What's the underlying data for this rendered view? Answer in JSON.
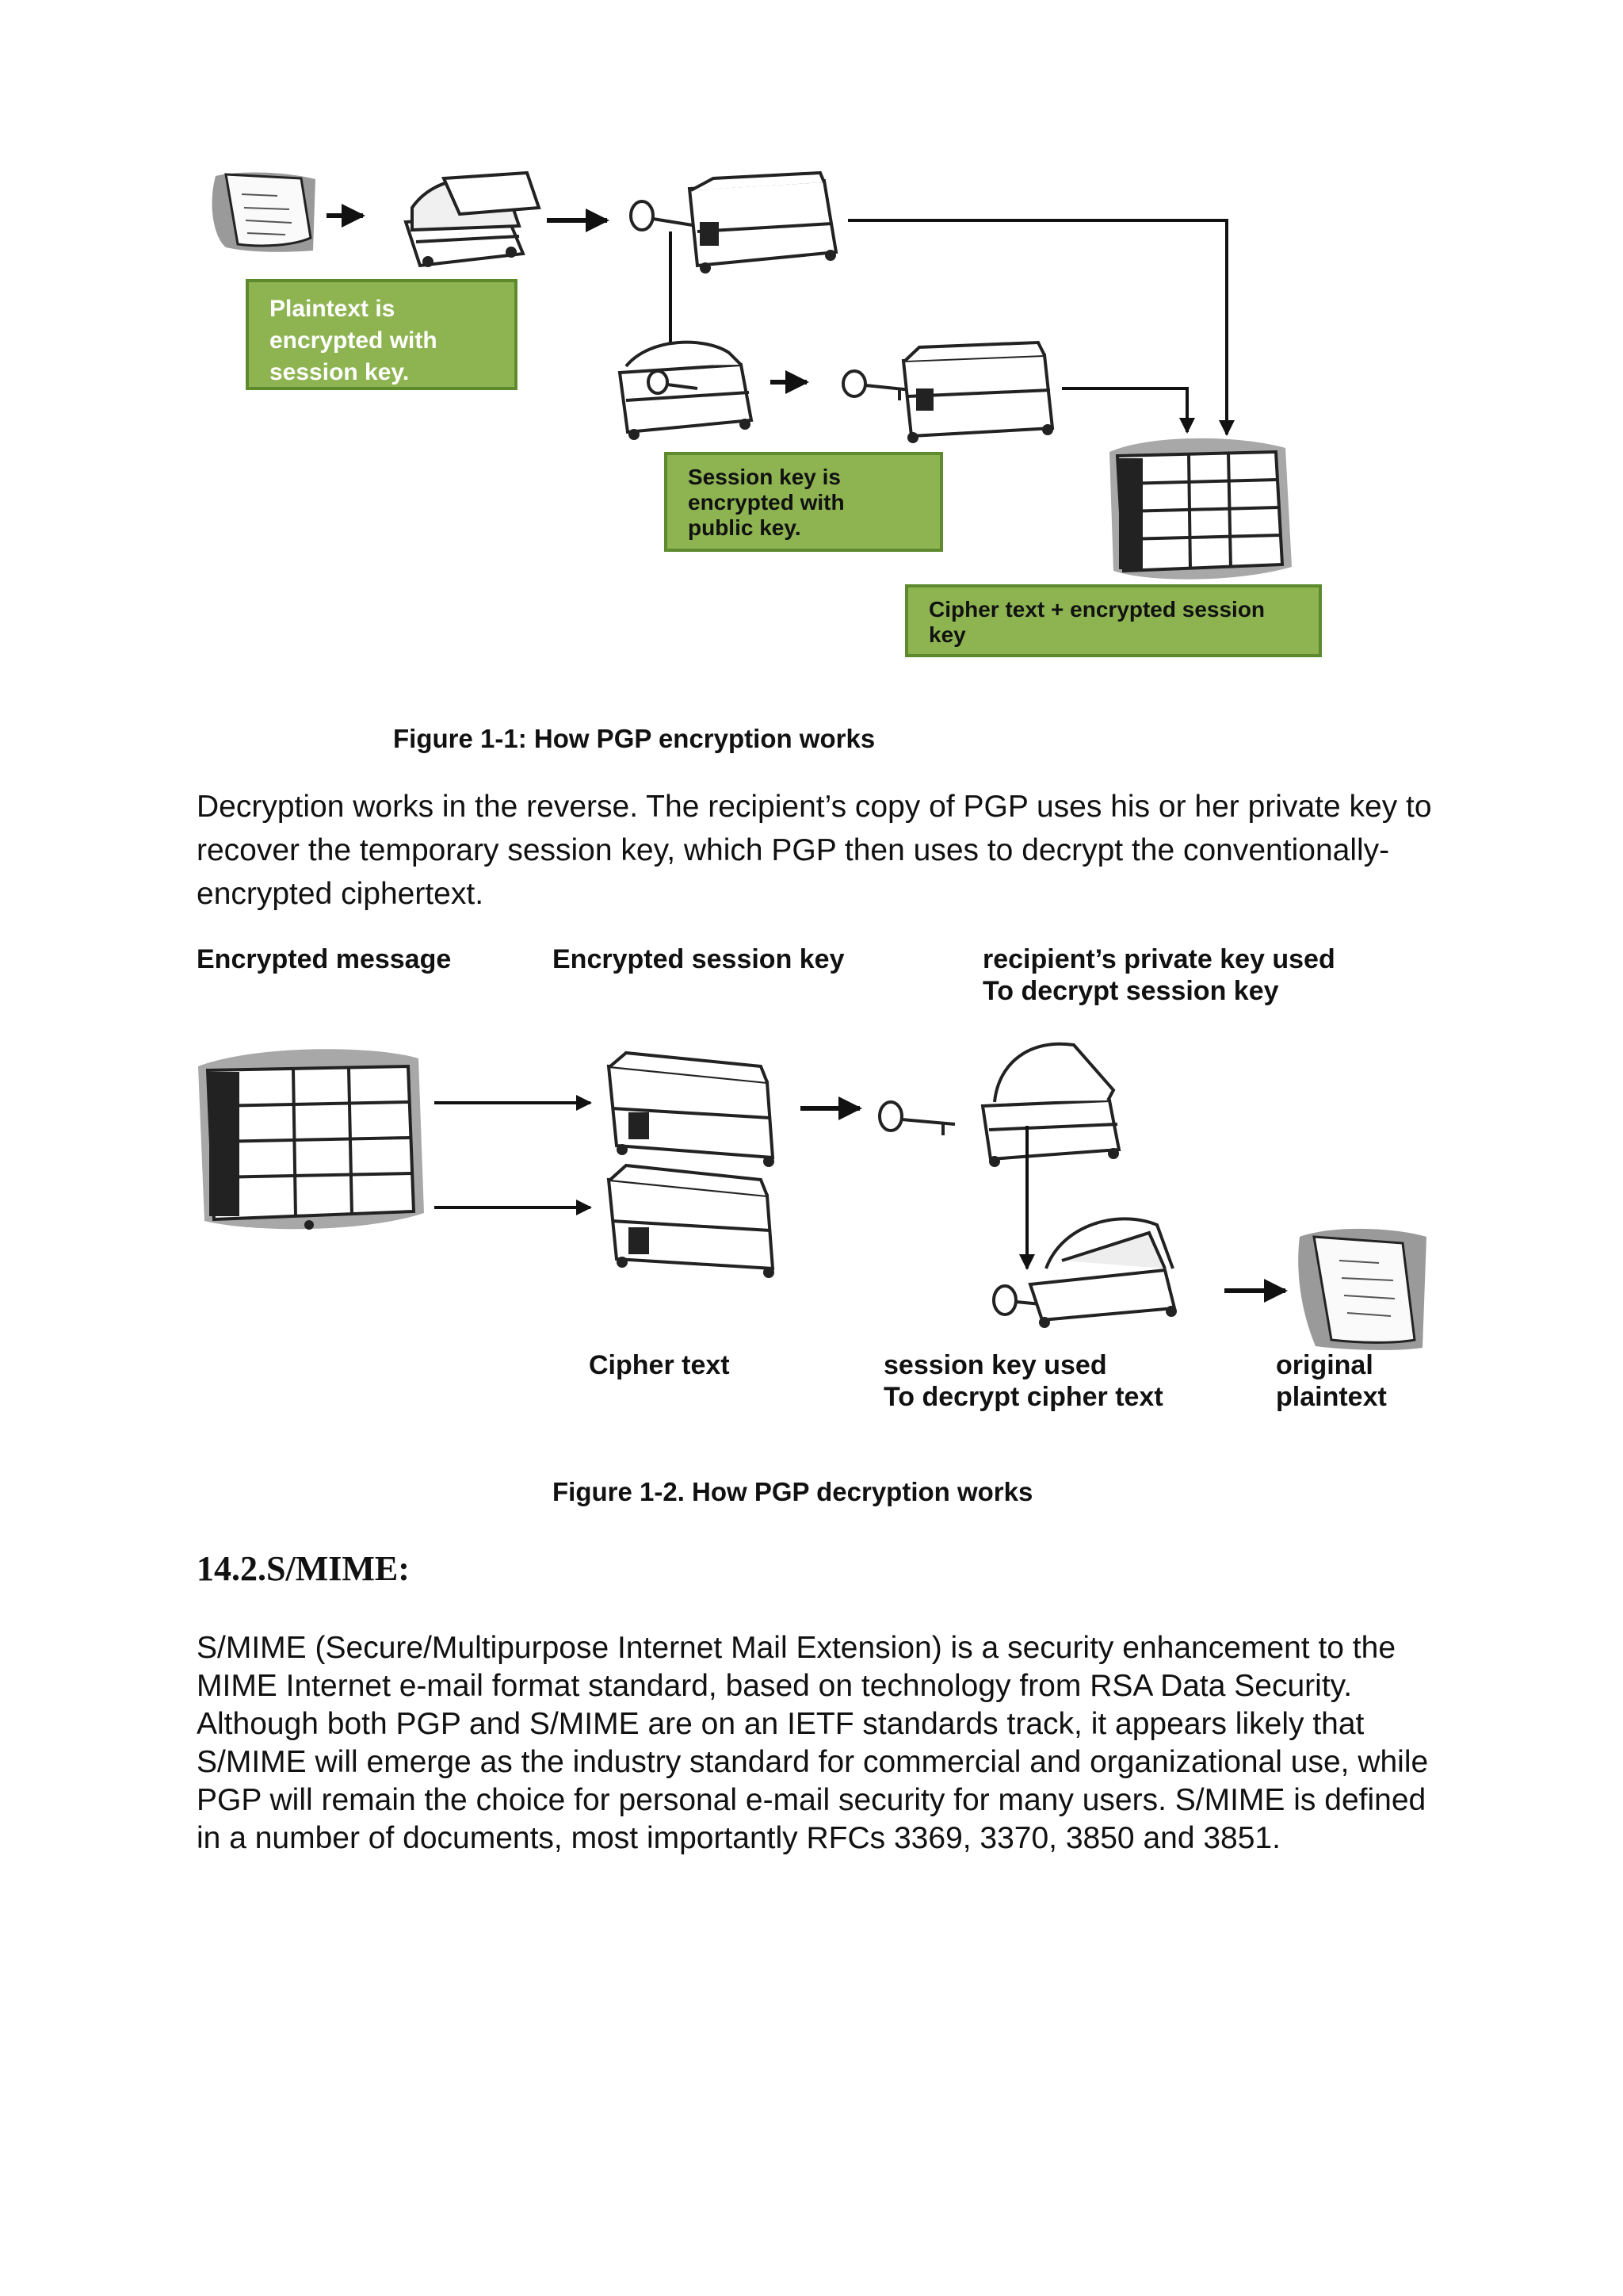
{
  "figure1": {
    "boxes": {
      "plaintext_encrypted": "Plaintext is\nencrypted with\nsession key.",
      "session_key_encrypted": "Session key is\nencrypted with\npublic key.",
      "ciphertext_bundle": "Cipher text + encrypted session\nkey"
    },
    "caption": "Figure 1-1: How PGP encryption works"
  },
  "paragraph_decryption": "Decryption works in the reverse. The recipient’s copy of PGP uses his or her private key to recover the temporary session key, which PGP then uses to decrypt the conventionally-encrypted ciphertext.",
  "figure2": {
    "labels": {
      "encrypted_message": "Encrypted message",
      "encrypted_session_key": "Encrypted session key",
      "private_key_used": "recipient’s private key used\nTo decrypt session key",
      "cipher_text": "Cipher text",
      "session_key_used": "session key used\nTo decrypt cipher text",
      "original_plaintext": "original\n plaintext"
    },
    "caption": "Figure 1-2. How PGP decryption works"
  },
  "section_heading": "14.2.S/MIME:",
  "paragraph_smime": "S/MIME (Secure/Multipurpose Internet Mail Extension) is a security enhancement to the MIME Internet e-mail format standard, based on technology from RSA Data Security. Although both PGP and S/MIME are on an IETF standards track, it appears likely that S/MIME will emerge as the industry standard for commercial and organizational use, while PGP will remain the choice for personal e-mail security for many users. S/MIME is defined in a number of documents, most importantly RFCs 3369, 3370, 3850 and 3851."
}
